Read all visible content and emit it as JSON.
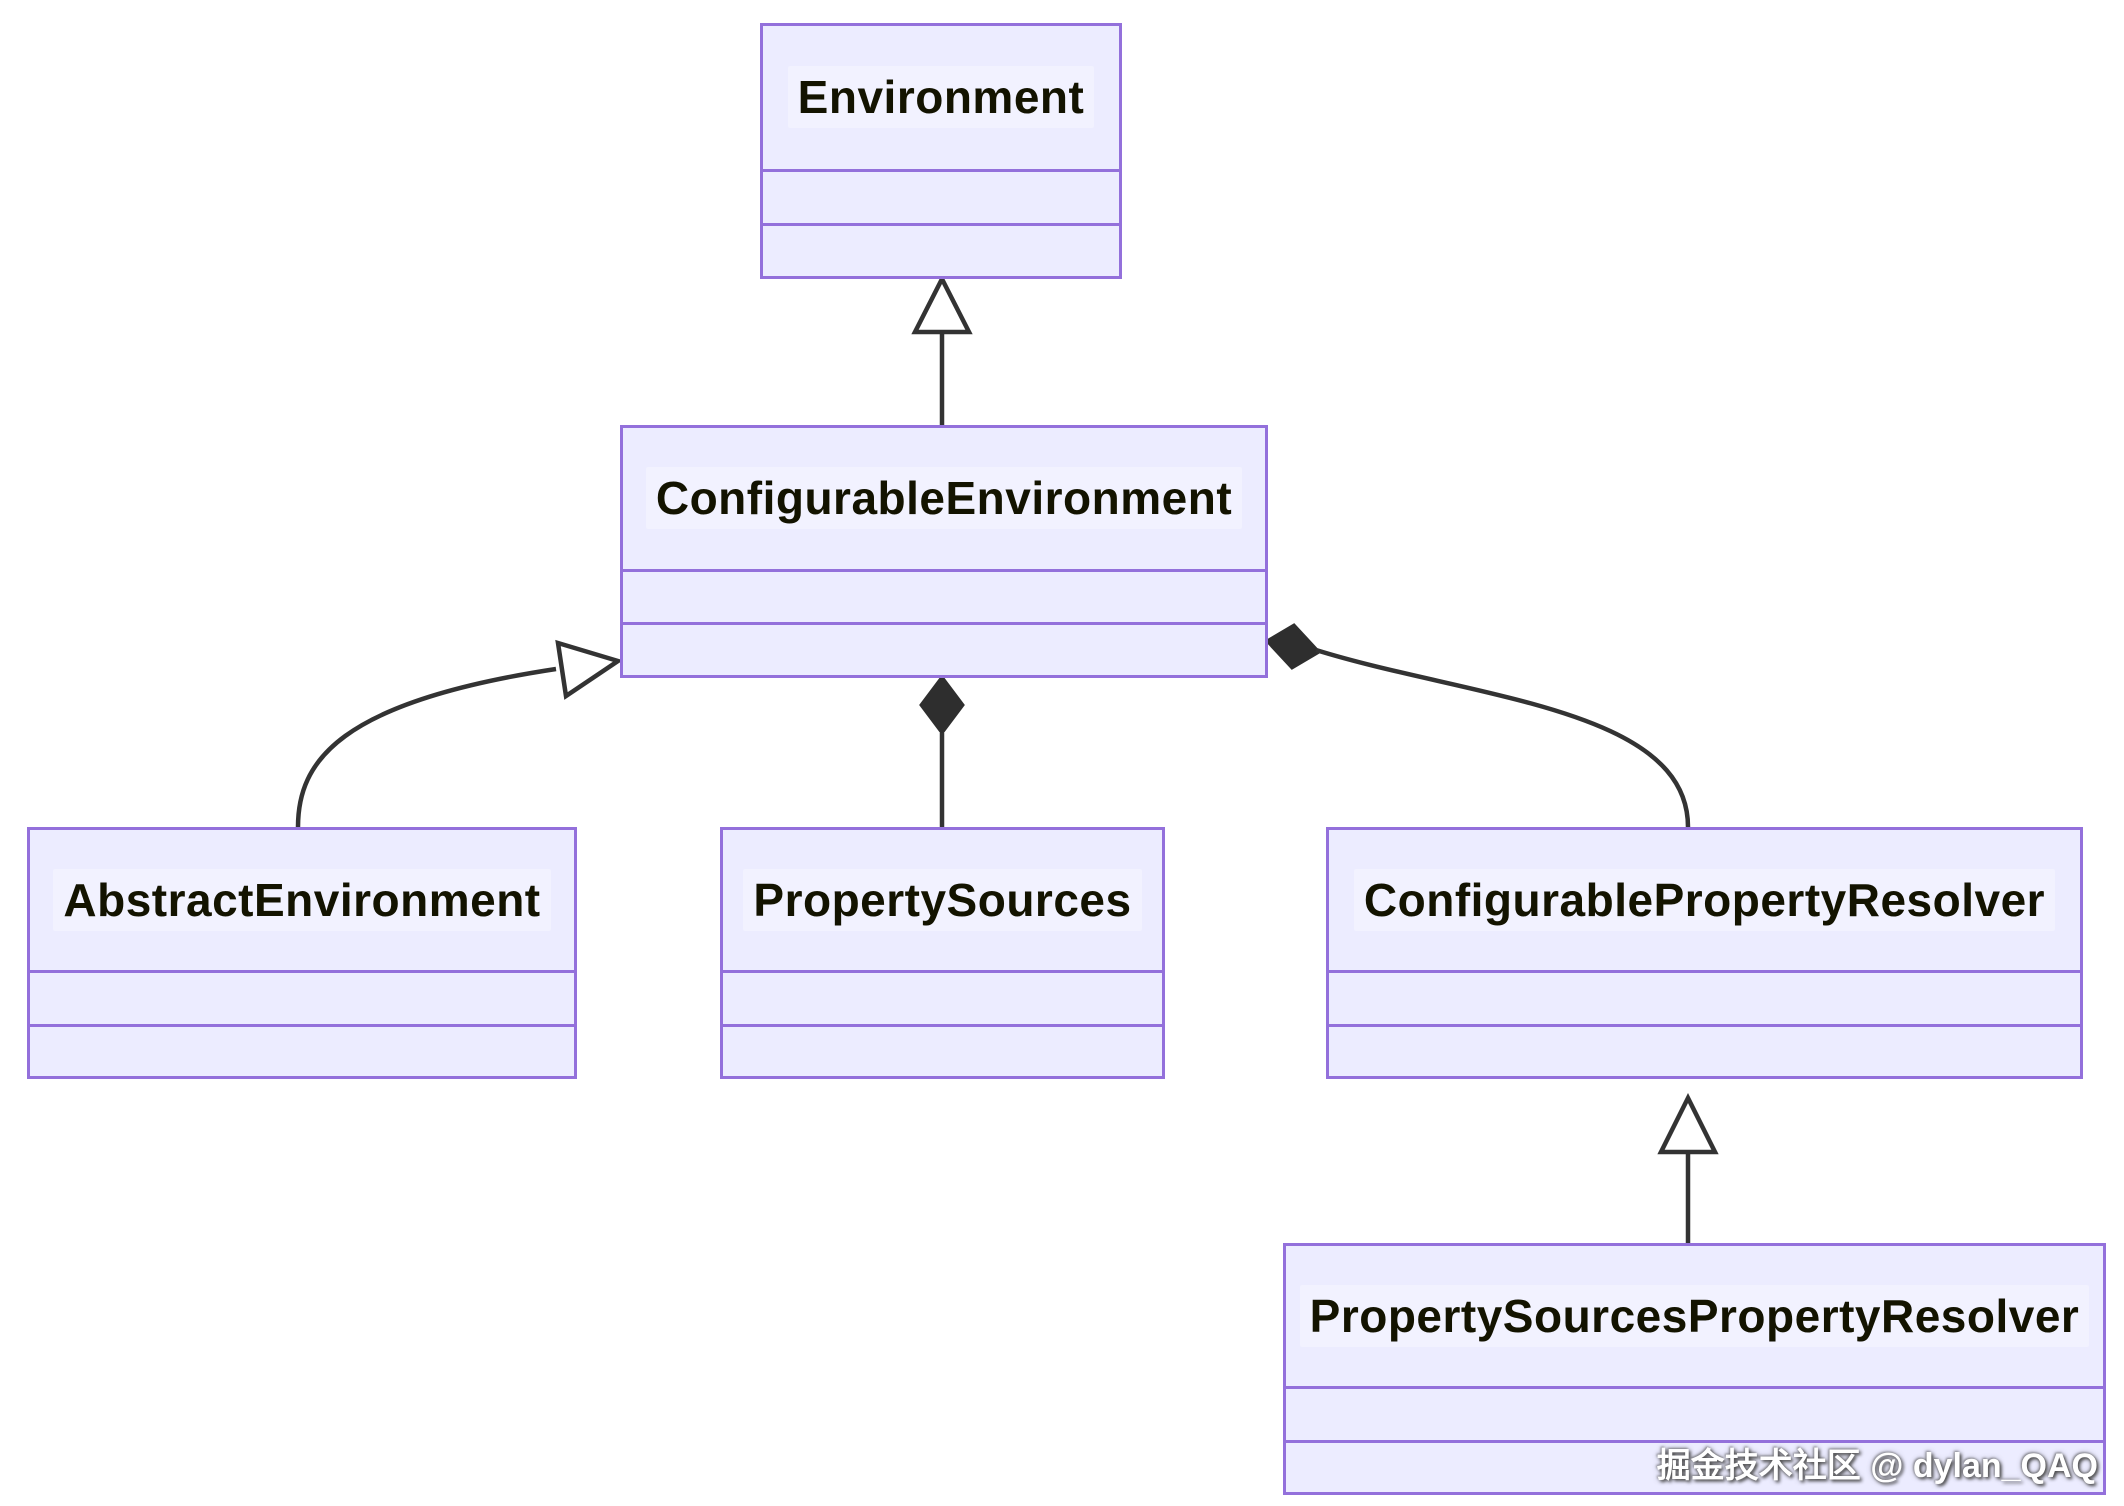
{
  "diagram": {
    "type": "uml-class-diagram",
    "classes": [
      {
        "name": "Environment"
      },
      {
        "name": "ConfigurableEnvironment"
      },
      {
        "name": "AbstractEnvironment"
      },
      {
        "name": "PropertySources"
      },
      {
        "name": "ConfigurablePropertyResolver"
      },
      {
        "name": "PropertySourcesPropertyResolver"
      }
    ],
    "relationships": [
      {
        "from": "ConfigurableEnvironment",
        "to": "Environment",
        "type": "inheritance"
      },
      {
        "from": "AbstractEnvironment",
        "to": "ConfigurableEnvironment",
        "type": "inheritance"
      },
      {
        "from": "ConfigurableEnvironment",
        "to": "PropertySources",
        "type": "composition"
      },
      {
        "from": "ConfigurableEnvironment",
        "to": "ConfigurablePropertyResolver",
        "type": "composition"
      },
      {
        "from": "PropertySourcesPropertyResolver",
        "to": "ConfigurablePropertyResolver",
        "type": "inheritance"
      }
    ],
    "colors": {
      "class_fill": "#ECECFF",
      "class_border": "#9370DB",
      "edge": "#333333",
      "title_text": "#131300"
    }
  },
  "watermark": {
    "text": "掘金技术社区 @ dylan_QAQ"
  }
}
